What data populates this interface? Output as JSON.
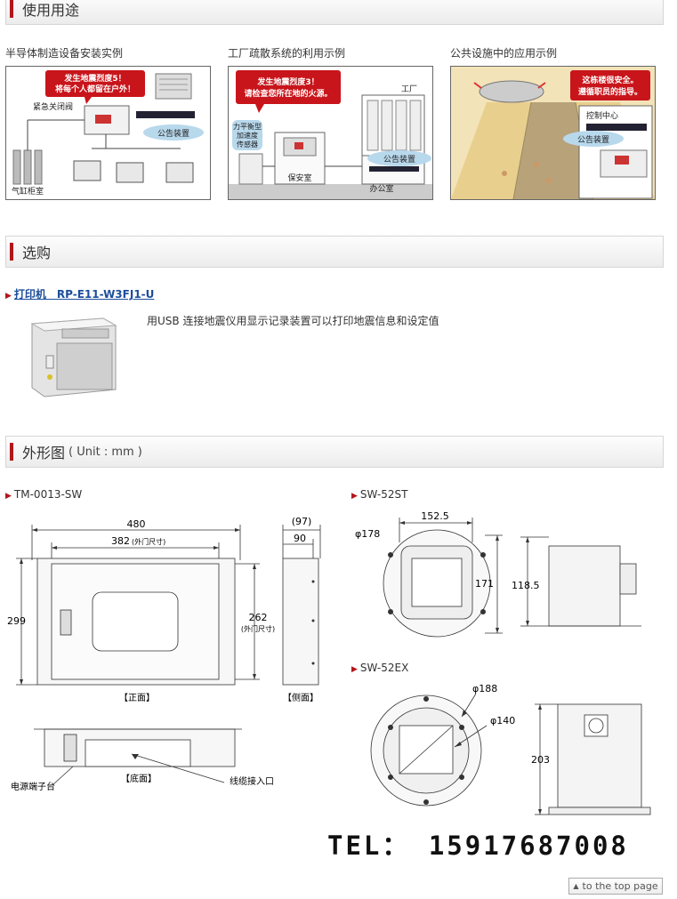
{
  "sections": {
    "usage": {
      "title": "使用用途"
    },
    "purchase": {
      "title": "选购"
    },
    "outline": {
      "title": "外形图",
      "unit": "( Unit : mm )"
    }
  },
  "usage_examples": [
    {
      "caption": "半导体制造设备安装实例",
      "callout": [
        "发生地震烈度5！",
        "将每个人都留在户外！"
      ],
      "labels": {
        "valve": "紧急关闭阀",
        "announce": "公告装置",
        "cabinet": "气缸柜室"
      }
    },
    {
      "caption": "工厂疏散系统的利用示例",
      "callout": [
        "发生地震烈度3！",
        "请检查您所在地的火源。"
      ],
      "labels": {
        "factory": "工厂",
        "sensor": [
          "力平衡型",
          "加速度",
          "传感器"
        ],
        "announce": "公告装置",
        "guard": "保安室",
        "office": "办公室"
      }
    },
    {
      "caption": "公共设施中的应用示例",
      "callout": [
        "这栋楼很安全。",
        "遵循职员的指导。"
      ],
      "labels": {
        "control": "控制中心",
        "announce": "公告装置"
      }
    }
  ],
  "product": {
    "link_text": "打印机　RP-E11-W3FJ1-U",
    "description": "用USB 连接地震仪用显示记录装置可以打印地震信息和设定值"
  },
  "drawings": {
    "tm": {
      "label": "TM-0013-SW",
      "dims": {
        "w480": "480",
        "w382": "382",
        "outer_door": "(外门尺寸)",
        "h299": "299",
        "h262": "262",
        "d97": "(97)",
        "d90": "90"
      },
      "views": {
        "front": "【正面】",
        "side": "【侧面】",
        "bottom": "【底面】"
      },
      "notes": {
        "terminal": "电源端子台",
        "cable": "线缆接入口"
      }
    },
    "st": {
      "label": "SW-52ST",
      "dims": {
        "w152": "152.5",
        "phi178": "φ178",
        "h171": "171",
        "h118": "118.5"
      }
    },
    "ex": {
      "label": "SW-52EX",
      "dims": {
        "phi188": "φ188",
        "phi140": "φ140",
        "h203": "203"
      }
    }
  },
  "contact": {
    "tel": "TEL： 15917687008"
  },
  "nav": {
    "top_label": "to the top page"
  },
  "colors": {
    "accent": "#b3151c",
    "link": "#1c4e9c",
    "callout": "#c8151b",
    "announce_oval": "#b8d8ec"
  }
}
